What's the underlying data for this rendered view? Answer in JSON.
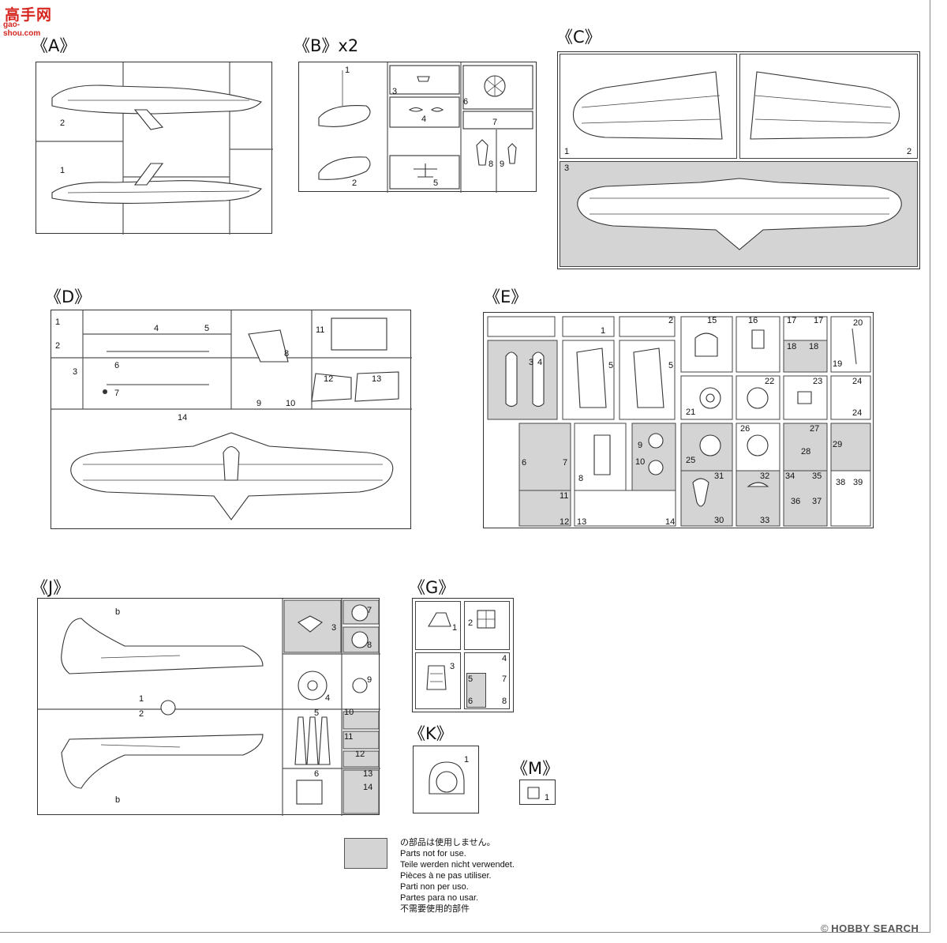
{
  "logo": {
    "chars": "高手网",
    "url": "gao-shou.com"
  },
  "watermark": {
    "mark": "©",
    "text": "HOBBY SEARCH"
  },
  "sprues": {
    "A": {
      "title": "《A》",
      "parts": [
        "2",
        "1"
      ]
    },
    "B": {
      "title": "《B》x2",
      "parts": [
        "1",
        "2",
        "3",
        "4",
        "5",
        "6",
        "7",
        "8",
        "9"
      ]
    },
    "C": {
      "title": "《C》",
      "parts": [
        "1",
        "2",
        "3"
      ]
    },
    "D": {
      "title": "《D》",
      "parts": [
        "1",
        "2",
        "3",
        "4",
        "5",
        "6",
        "7",
        "8",
        "9",
        "10",
        "11",
        "12",
        "13",
        "14"
      ]
    },
    "E": {
      "title": "《E》",
      "parts": [
        "1",
        "2",
        "3",
        "4",
        "5",
        "5",
        "6",
        "7",
        "8",
        "9",
        "10",
        "11",
        "12",
        "13",
        "14",
        "15",
        "16",
        "17",
        "17",
        "18",
        "18",
        "19",
        "20",
        "21",
        "22",
        "23",
        "24",
        "24",
        "25",
        "26",
        "27",
        "28",
        "29",
        "30",
        "31",
        "32",
        "33",
        "34",
        "35",
        "36",
        "37",
        "38",
        "39"
      ]
    },
    "J": {
      "title": "《J》",
      "parts": [
        "b",
        "1",
        "2",
        "b",
        "3",
        "4",
        "5",
        "6",
        "7",
        "8",
        "9",
        "10",
        "11",
        "12",
        "13",
        "14"
      ]
    },
    "G": {
      "title": "《G》",
      "parts": [
        "1",
        "2",
        "3",
        "4",
        "5",
        "6",
        "7",
        "8"
      ]
    },
    "K": {
      "title": "《K》",
      "parts": [
        "1"
      ]
    },
    "M": {
      "title": "《M》",
      "parts": [
        "1"
      ]
    }
  },
  "legend": {
    "lines": [
      "の部品は使用しません。",
      "Parts not for use.",
      "Teile werden nicht verwendet.",
      "Pièces à ne pas utiliser.",
      "Parti non per uso.",
      "Partes para no usar.",
      "不需要使用的部件"
    ]
  },
  "colors": {
    "unused_fill": "#d4d4d4",
    "line": "#333333",
    "logo_red": "#d6261f"
  }
}
